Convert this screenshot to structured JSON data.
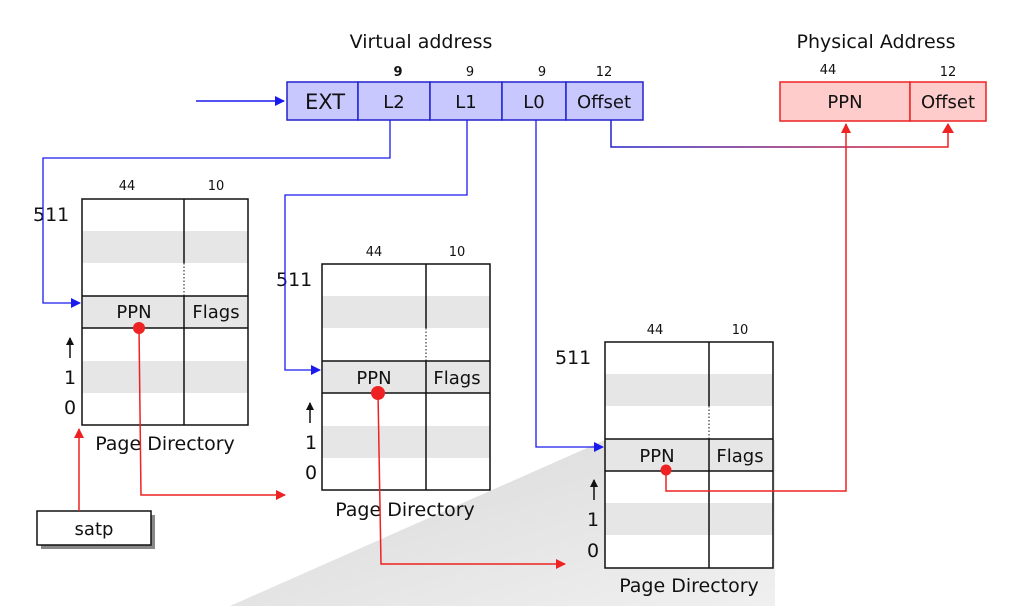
{
  "virtual_address": {
    "title": "Virtual address",
    "fields": [
      {
        "label": "EXT",
        "bits": ""
      },
      {
        "label": "L2",
        "bits": "9"
      },
      {
        "label": "L1",
        "bits": "9"
      },
      {
        "label": "L0",
        "bits": "9"
      },
      {
        "label": "Offset",
        "bits": "12"
      }
    ]
  },
  "physical_address": {
    "title": "Physical Address",
    "fields": [
      {
        "label": "PPN",
        "bits": "44"
      },
      {
        "label": "Offset",
        "bits": "12"
      }
    ]
  },
  "page_directories": [
    {
      "ppn_bits": "44",
      "flags_bits": "10",
      "top_index": "511",
      "index_1": "1",
      "index_0": "0",
      "ppn_label": "PPN",
      "flags_label": "Flags",
      "caption": "Page Directory"
    },
    {
      "ppn_bits": "44",
      "flags_bits": "10",
      "top_index": "511",
      "index_1": "1",
      "index_0": "0",
      "ppn_label": "PPN",
      "flags_label": "Flags",
      "caption": "Page Directory"
    },
    {
      "ppn_bits": "44",
      "flags_bits": "10",
      "top_index": "511",
      "index_1": "1",
      "index_0": "0",
      "ppn_label": "PPN",
      "flags_label": "Flags",
      "caption": "Page Directory"
    }
  ],
  "satp": {
    "label": "satp"
  },
  "colors": {
    "virtual_fill": "#c8c8ff",
    "virtual_stroke": "#2222cc",
    "physical_fill": "#ffcccc",
    "physical_stroke": "#ee2222",
    "blue_arrow": "#1a1aee",
    "red_arrow": "#ee2222",
    "row_shade": "#e6e6e6"
  }
}
